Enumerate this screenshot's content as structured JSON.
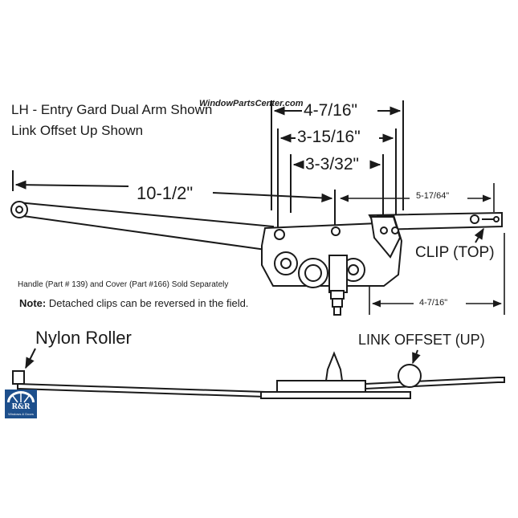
{
  "title": {
    "line1": "LH -  Entry Gard Dual Arm Shown",
    "line2": "Link Offset Up Shown"
  },
  "watermark": "WindowPartsCenter.com",
  "dimensions": {
    "top_overall": "4-7/16\"",
    "middle": "3-15/16\"",
    "inner": "3-3/32\"",
    "arm_length": "10-1/2\"",
    "link_span": "5-17/64\"",
    "lower_span": "4-7/16\""
  },
  "labels": {
    "clip": "CLIP (TOP)",
    "handle_note": "Handle (Part # 139) and Cover (Part #166) Sold Separately",
    "note_prefix": "Note:",
    "note_text": " Detached clips can be reversed in the field.",
    "nylon_roller": "Nylon Roller",
    "link_offset": "LINK OFFSET (UP)"
  },
  "logo": {
    "text": "R&R",
    "subtext": "Windows & Doors",
    "color": "#1d4f8c"
  }
}
